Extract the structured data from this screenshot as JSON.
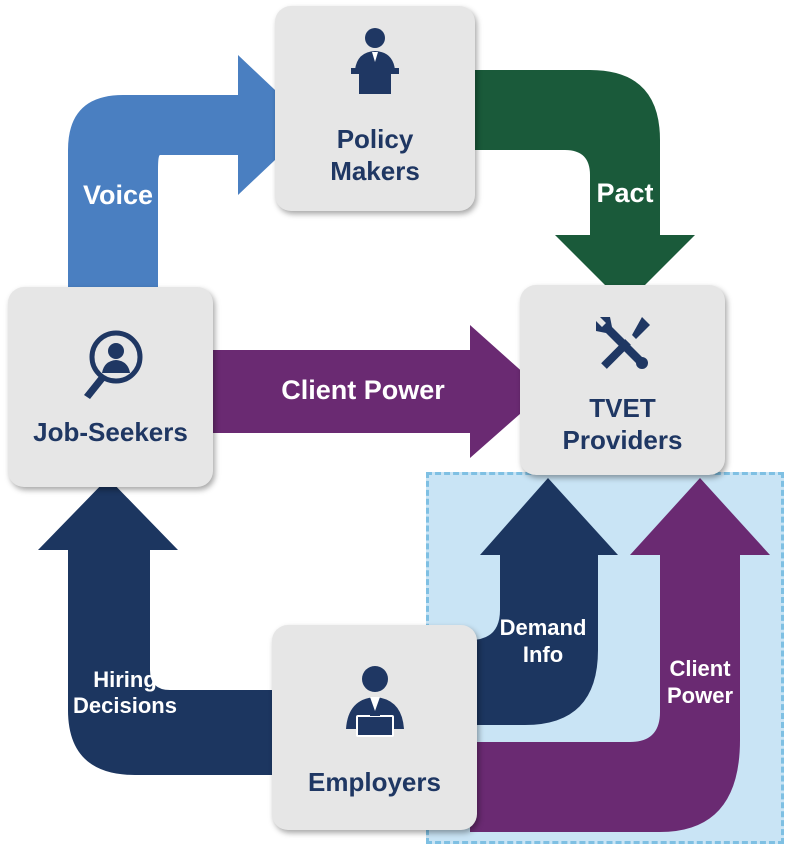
{
  "nodes": {
    "policy_makers": {
      "line1": "Policy",
      "line2": "Makers",
      "icon": "speaker-podium-icon"
    },
    "tvet_providers": {
      "line1": "TVET",
      "line2": "Providers",
      "icon": "tools-icon"
    },
    "job_seekers": {
      "label": "Job-Seekers",
      "icon": "magnifier-person-icon"
    },
    "employers": {
      "label": "Employers",
      "icon": "businessman-icon"
    }
  },
  "edges": {
    "voice": {
      "label": "Voice",
      "color": "#4a7fc1"
    },
    "pact": {
      "label": "Pact",
      "color": "#1a5a3a"
    },
    "client_power_js": {
      "label": "Client Power",
      "color": "#6a2a72"
    },
    "hiring_decisions": {
      "line1": "Hiring",
      "line2": "Decisions",
      "color": "#1c3660"
    },
    "demand_info": {
      "line1": "Demand",
      "line2": "Info",
      "color": "#1c3660"
    },
    "client_power_emp": {
      "line1": "Client",
      "line2": "Power",
      "color": "#6a2a72"
    }
  },
  "colors": {
    "box_fill": "#e6e6e6",
    "text_dark": "#1f3763",
    "zone_fill": "#c9e4f5",
    "zone_border": "#7fc0e3"
  }
}
